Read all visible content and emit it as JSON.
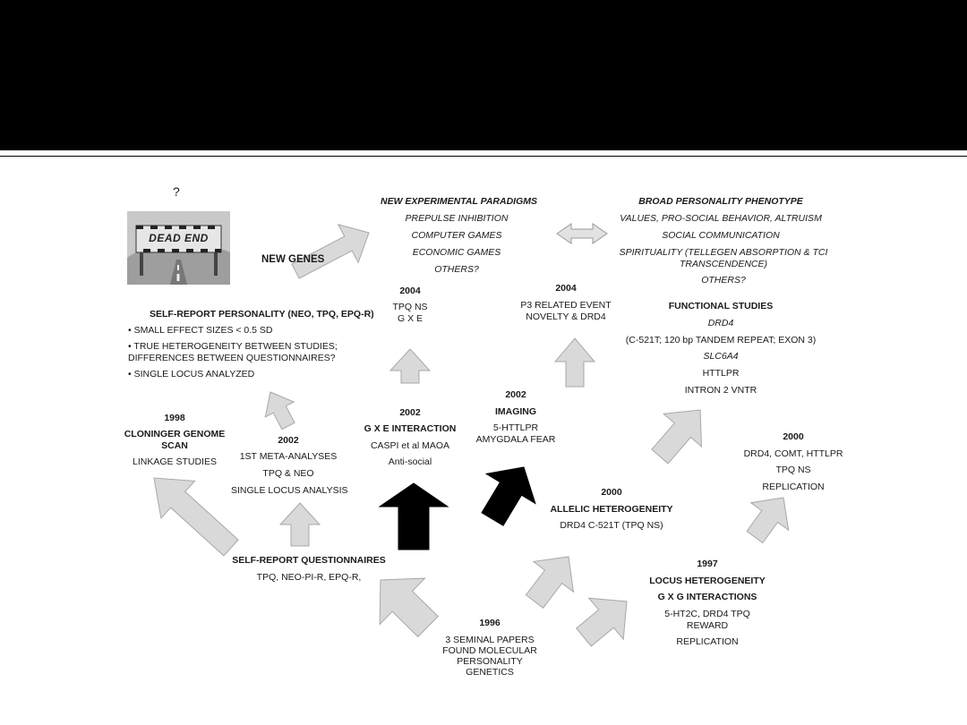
{
  "slide": {
    "header_color": "#000000",
    "arrow_gray": "#d9d9d9",
    "arrow_black": "#000000"
  },
  "question_mark": "?",
  "dead_end_label": "DEAD END",
  "new_genes": "NEW GENES",
  "self_report_personality": {
    "title": "SELF-REPORT PERSONALITY  (NEO, TPQ, EPQ-R)",
    "bullets": [
      "• SMALL EFFECT SIZES < 0.5 SD",
      "• TRUE HETEROGENEITY BETWEEN STUDIES;",
      "DIFFERENCES BETWEEN QUESTIONNAIRES?",
      "• SINGLE LOCUS ANALYZED"
    ]
  },
  "node_1998": {
    "year": "1998",
    "title_line1": "CLONINGER GENOME",
    "title_line2": "SCAN",
    "desc": "LINKAGE STUDIES"
  },
  "node_2002_meta": {
    "year": "2002",
    "line1": "1ST META-ANALYSES",
    "line2": "TPQ & NEO",
    "line3": "SINGLE LOCUS ANALYSIS"
  },
  "node_2004_gxe": {
    "year": "2004",
    "line1": "TPQ NS",
    "line2": "G X E"
  },
  "node_2002_gxe": {
    "year": "2002",
    "title": "G X E INTERACTION",
    "line1": "CASPI et al  MAOA",
    "line2": "Anti-social"
  },
  "node_2002_imaging": {
    "year": "2002",
    "title": "IMAGING",
    "line1": "5-HTTLPR",
    "line2": "AMYGDALA FEAR"
  },
  "node_2004_p3": {
    "year": "2004",
    "line1": "P3 RELATED EVENT",
    "line2": "NOVELTY & DRD4"
  },
  "new_paradigms": {
    "title": "NEW EXPERIMENTAL PARADIGMS",
    "items": [
      "PREPULSE INHIBITION",
      "COMPUTER GAMES",
      "ECONOMIC GAMES",
      "OTHERS?"
    ]
  },
  "broad_phenotype": {
    "title": "BROAD PERSONALITY PHENOTYPE",
    "items": [
      "VALUES, PRO-SOCIAL BEHAVIOR, ALTRUISM",
      "SOCIAL COMMUNICATION",
      "SPIRITUALITY (TELLEGEN ABSORPTION & TCI",
      "TRANSCENDENCE)",
      "OTHERS?"
    ]
  },
  "functional_studies": {
    "title": "FUNCTIONAL STUDIES",
    "line1": "DRD4",
    "line2": "(C-521T; 120 bp TANDEM REPEAT; EXON 3)",
    "line3": "SLC6A4",
    "line4": "HTTLPR",
    "line5": "INTRON 2 VNTR"
  },
  "node_2000_replication": {
    "year": "2000",
    "line1": "DRD4, COMT, HTTLPR",
    "line2": "TPQ NS",
    "line3": "REPLICATION"
  },
  "node_2000_allelic": {
    "year": "2000",
    "title": "ALLELIC HETEROGENEITY",
    "line1": "DRD4 C-521T (TPQ NS)"
  },
  "node_self_report_q": {
    "title": "SELF-REPORT QUESTIONNAIRES",
    "line1": "TPQ, NEO-PI-R, EPQ-R,"
  },
  "node_1997": {
    "year": "1997",
    "title1": "LOCUS HETEROGENEITY",
    "title2": "G X G INTERACTIONS",
    "line1": "5-HT2C, DRD4 TPQ",
    "line2": "REWARD",
    "line3": "REPLICATION"
  },
  "node_1996": {
    "year": "1996",
    "line1": "3 SEMINAL PAPERS",
    "line2": "FOUND MOLECULAR",
    "line3": "PERSONALITY",
    "line4": "GENETICS"
  }
}
